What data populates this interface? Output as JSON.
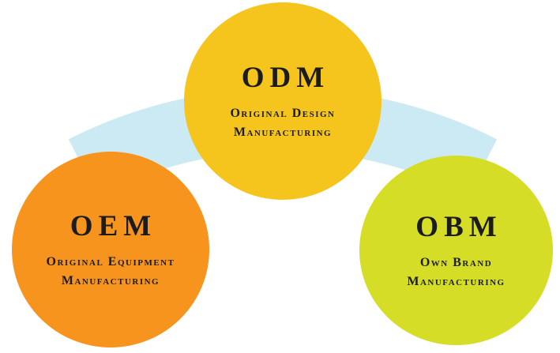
{
  "diagram_title": "OEM / ODM / OBM manufacturing models diagram",
  "colors": {
    "background": "#ffffff",
    "arc": "#cbeaf3",
    "odm_circle": "#f5c41d",
    "oem_circle": "#f7941e",
    "obm_circle": "#d5dd26",
    "text": "#1c1c1c"
  },
  "nodes": [
    {
      "id": "odm",
      "acronym": "ODM",
      "subtitle_line1": "Original Design",
      "subtitle_line2": "Manufacturing"
    },
    {
      "id": "oem",
      "acronym": "OEM",
      "subtitle_line1": "Original Equipment",
      "subtitle_line2": "Manufacturing"
    },
    {
      "id": "obm",
      "acronym": "OBM",
      "subtitle_line1": "Own Brand",
      "subtitle_line2": "Manufacturing"
    }
  ]
}
